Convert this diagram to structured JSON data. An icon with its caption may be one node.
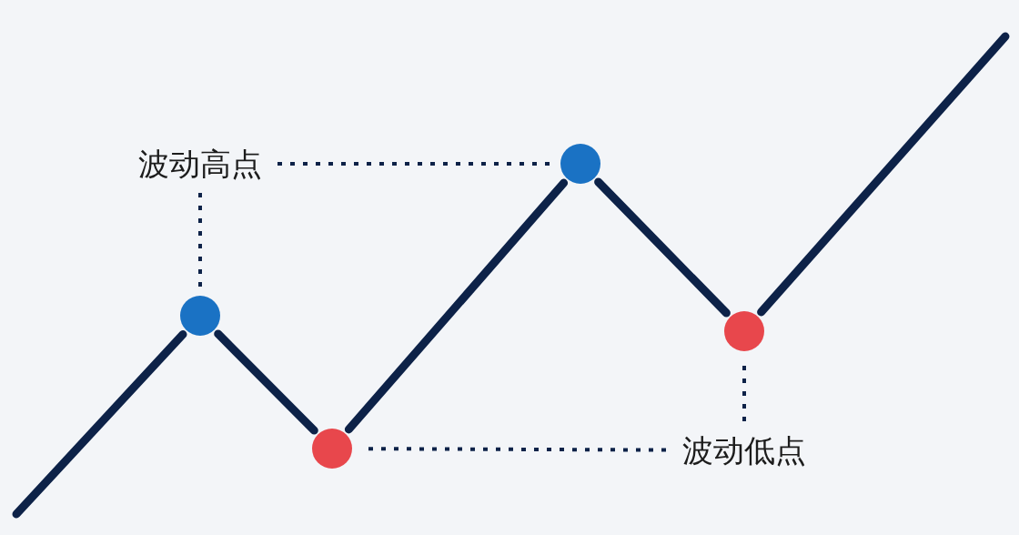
{
  "diagram": {
    "nodes": [
      {
        "text": [
          "波动高点"
        ]
      },
      {
        "text": [],
        "shape": "circle"
      },
      {
        "text": [],
        "shape": "circle"
      },
      {
        "text": [],
        "shape": "circle"
      },
      {
        "text": [],
        "shape": "circle"
      },
      {
        "text": [
          "波动低点"
        ]
      }
    ],
    "edges": [
      {
        "from": null,
        "to": 1,
        "arrow": "none"
      },
      {
        "from": 1,
        "to": 2,
        "arrow": "none"
      },
      {
        "from": 2,
        "to": 3,
        "arrow": "none"
      },
      {
        "from": 3,
        "to": 4,
        "arrow": "none"
      },
      {
        "from": 4,
        "to": null,
        "arrow": "none"
      },
      {
        "from": 0,
        "to": 1,
        "arrow": "none",
        "style": "dashed"
      },
      {
        "from": 0,
        "to": 3,
        "arrow": "none",
        "style": "dashed"
      },
      {
        "from": 5,
        "to": 4,
        "arrow": "none",
        "style": "dashed"
      },
      {
        "from": 5,
        "to": 2,
        "arrow": "none",
        "style": "dashed"
      }
    ]
  }
}
